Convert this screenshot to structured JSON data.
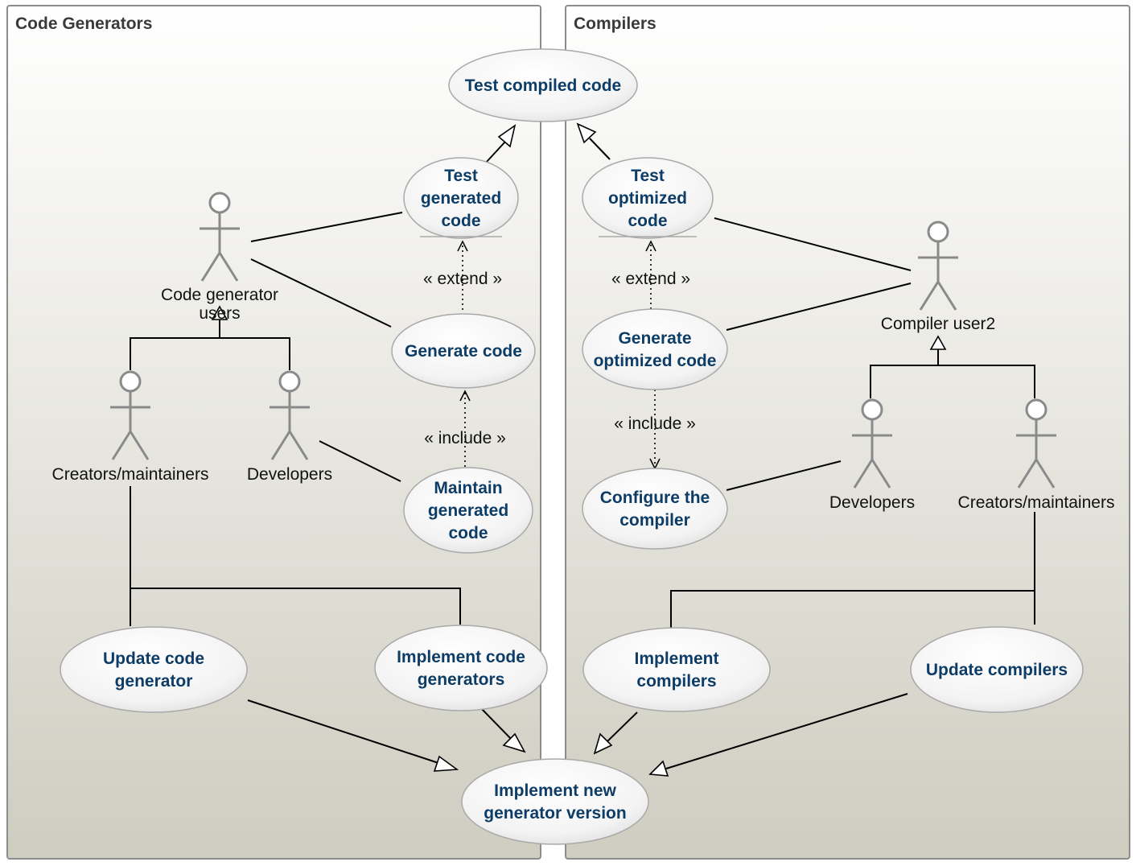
{
  "packages": {
    "code_generators": "Code Generators",
    "compilers": "Compilers"
  },
  "use_cases": {
    "test_compiled_code": [
      "Test compiled code"
    ],
    "test_generated_code": [
      "Test",
      "generated",
      "code"
    ],
    "generate_code": [
      "Generate code"
    ],
    "maintain_generated_code": [
      "Maintain",
      "generated",
      "code"
    ],
    "update_code_generator": [
      "Update code",
      "generator"
    ],
    "implement_code_generators": [
      "Implement code",
      "generators"
    ],
    "implement_new_generator_version": [
      "Implement new",
      "generator version"
    ],
    "test_optimized_code": [
      "Test",
      "optimized",
      "code"
    ],
    "generate_optimized_code": [
      "Generate",
      "optimized code"
    ],
    "configure_the_compiler": [
      "Configure the",
      "compiler"
    ],
    "implement_compilers": [
      "Implement",
      "compilers"
    ],
    "update_compilers": [
      "Update compilers"
    ]
  },
  "actors": {
    "code_generator_users": [
      "Code generator",
      "users"
    ],
    "cg_creators_maintainers": [
      "Creators/maintainers"
    ],
    "cg_developers": [
      "Developers"
    ],
    "compiler_user2": [
      "Compiler user2"
    ],
    "comp_developers": [
      "Developers"
    ],
    "comp_creators_maintainers": [
      "Creators/maintainers"
    ]
  },
  "stereotypes": {
    "extend_left": "« extend »",
    "include_left": "« include »",
    "extend_right": "« extend »",
    "include_right": "« include »"
  },
  "colors": {
    "use_case_text": "#0d3d66",
    "actor_figure": "#8a8a8a",
    "package_border": "#8c8c8c"
  }
}
